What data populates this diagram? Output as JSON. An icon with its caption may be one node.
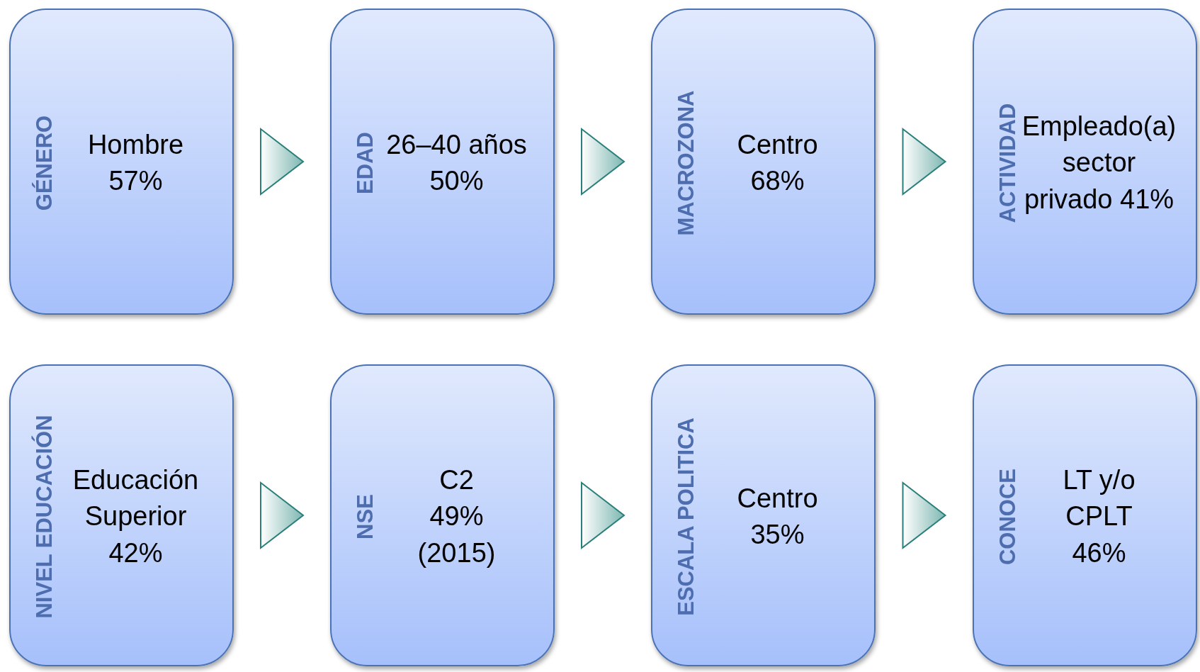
{
  "diagram": {
    "nodes": [
      {
        "text": [
          "GÉNERO",
          "Hombre 57%"
        ]
      },
      {
        "text": [
          "EDAD",
          "26–40 años 50%"
        ]
      },
      {
        "text": [
          "MACROZONA",
          "Centro 68%"
        ]
      },
      {
        "text": [
          "ACTIVIDAD",
          "Empleado(a) sector privado 41%"
        ]
      },
      {
        "text": [
          "NIVEL EDUCACIÓN",
          "Educación Superior 42%"
        ]
      },
      {
        "text": [
          "NSE",
          "C2 49% (2015)"
        ]
      },
      {
        "text": [
          "ESCALA POLITICA",
          "Centro 35%"
        ]
      },
      {
        "text": [
          "CONOCE",
          "LT y/o CPLT 46%"
        ]
      }
    ],
    "edges": [
      {
        "from": 0,
        "to": 1,
        "arrow": "to"
      },
      {
        "from": 1,
        "to": 2,
        "arrow": "to"
      },
      {
        "from": 2,
        "to": 3,
        "arrow": "to"
      },
      {
        "from": 4,
        "to": 5,
        "arrow": "to"
      },
      {
        "from": 5,
        "to": 6,
        "arrow": "to"
      },
      {
        "from": 6,
        "to": 7,
        "arrow": "to"
      }
    ]
  }
}
